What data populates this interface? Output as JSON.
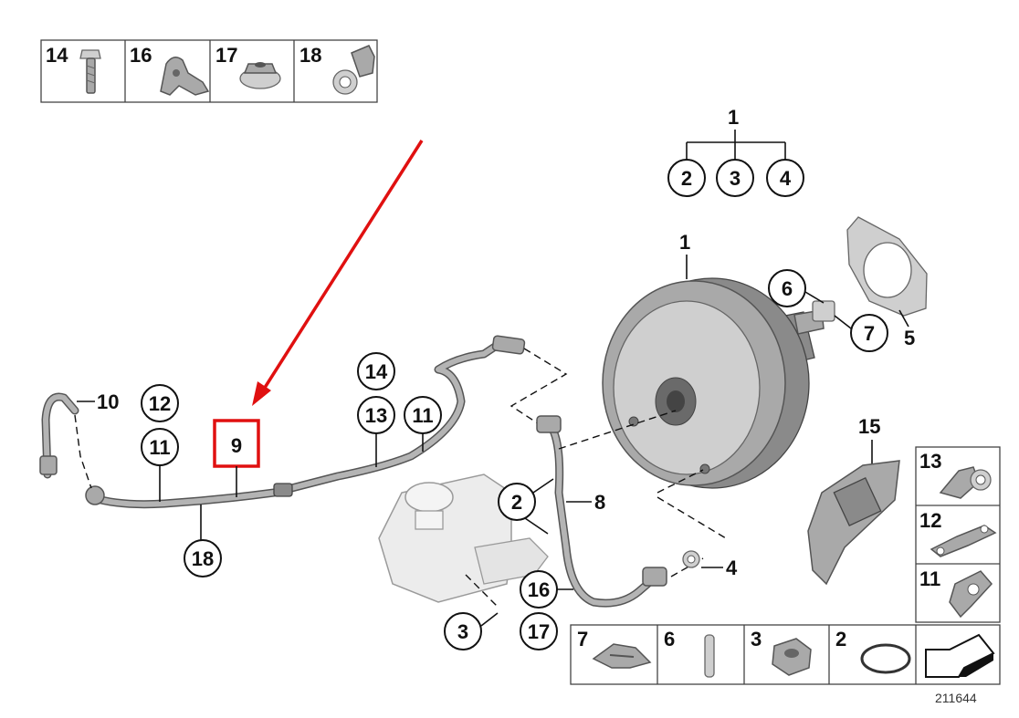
{
  "diagram_number": "211644",
  "highlight_color": "#e01010",
  "highlighted_part": "9",
  "top_legend": [
    {
      "number": "14",
      "icon": "bolt-icon"
    },
    {
      "number": "16",
      "icon": "bracket-clip-icon"
    },
    {
      "number": "17",
      "icon": "flange-nut-icon"
    },
    {
      "number": "18",
      "icon": "hose-clamp-holder-icon"
    }
  ],
  "bottom_legend": [
    {
      "number": "7",
      "icon": "spring-clip-icon"
    },
    {
      "number": "6",
      "icon": "pin-icon"
    },
    {
      "number": "3",
      "icon": "hex-nut-icon"
    },
    {
      "number": "2",
      "icon": "o-ring-icon"
    }
  ],
  "side_legend": [
    {
      "number": "13",
      "icon": "pipe-clip-icon"
    },
    {
      "number": "12",
      "icon": "retaining-bracket-icon"
    },
    {
      "number": "11",
      "icon": "hose-holder-icon"
    }
  ],
  "callouts": {
    "assembly_top": "1",
    "assembly_sub": [
      "2",
      "3",
      "4"
    ],
    "booster": "1",
    "pushrod_clip": "6",
    "pushrod_pin": "7",
    "gasket": "5",
    "line_left_end": "10",
    "line_12": "12",
    "line_11_left": "11",
    "line_9": "9",
    "line_18": "18",
    "line_14": "14",
    "line_13": "13",
    "line_11_right": "11",
    "bracket_15": "15",
    "check_valve_2": "2",
    "hose_8": "8",
    "seal_4": "4",
    "clip_16": "16",
    "nut_17": "17",
    "nut_3": "3"
  }
}
